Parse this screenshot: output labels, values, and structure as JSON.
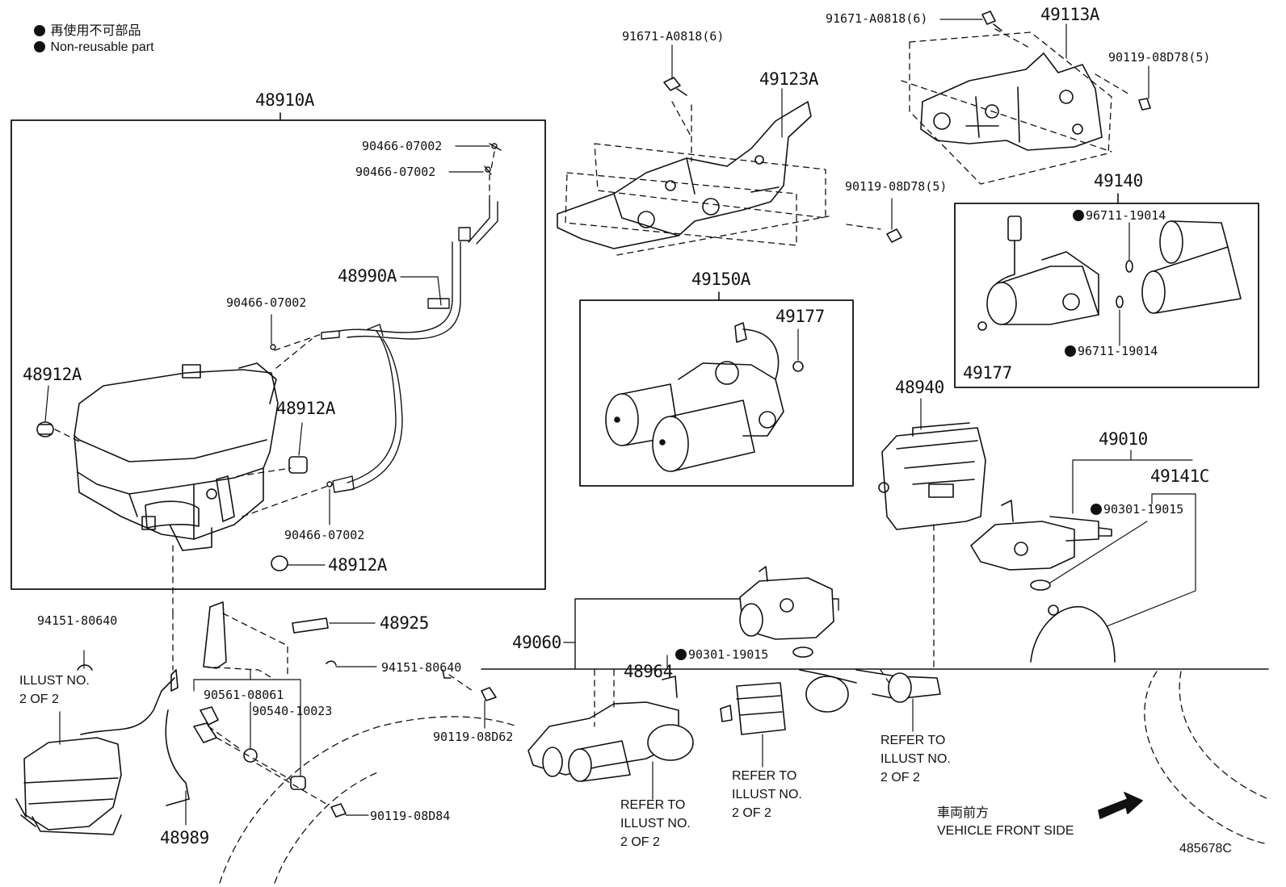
{
  "legend": {
    "jp": "再使用不可部品",
    "en": "Non-reusable part"
  },
  "parts": {
    "p48910A": "48910A",
    "p90466_a": "90466-07002",
    "p90466_b": "90466-07002",
    "p90466_c": "90466-07002",
    "p90466_d": "90466-07002",
    "p48990A": "48990A",
    "p48912A_a": "48912A",
    "p48912A_b": "48912A",
    "p48912A_c": "48912A",
    "p91671_a": "91671-A0818(6)",
    "p91671_b": "91671-A0818(6)",
    "p49123A": "49123A",
    "p49113A": "49113A",
    "p90119_08D78_a": "90119-08D78(5)",
    "p90119_08D78_b": "90119-08D78(5)",
    "p49150A": "49150A",
    "p49177_a": "49177",
    "p49177_b": "49177",
    "p49140": "49140",
    "p96711_a": "96711-19014",
    "p96711_b": "96711-19014",
    "p48940": "48940",
    "p49010": "49010",
    "p49141C": "49141C",
    "p90301_a": "90301-19015",
    "p90301_b": "90301-19015",
    "p49060": "49060",
    "p48964": "48964",
    "p94151_a": "94151-80640",
    "p94151_b": "94151-80640",
    "p48925": "48925",
    "p90561": "90561-08061",
    "p90540": "90540-10023",
    "p90119_08D62": "90119-08D62",
    "p90119_08D84": "90119-08D84",
    "p48989": "48989"
  },
  "notes": {
    "illust_left": "ILLUST NO.\n2 OF 2",
    "refer_1": "REFER TO\nILLUST NO.\n2 OF 2",
    "refer_2": "REFER TO\nILLUST NO.\n2 OF 2",
    "refer_3": "REFER TO\nILLUST NO.\n2 OF 2",
    "front_jp": "車両前方",
    "front_en": "VEHICLE FRONT SIDE",
    "diagram_id": "485678C"
  }
}
